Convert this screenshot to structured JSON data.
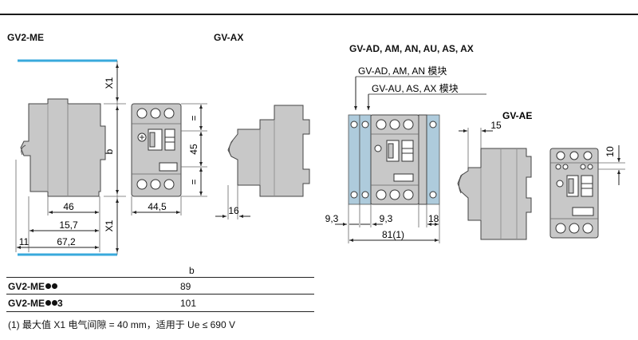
{
  "titles": {
    "gv2me": "GV2-ME",
    "gvax": "GV-AX",
    "gvad_group": "GV-AD, AM, AN, AU, AS, AX",
    "gvad_label": "GV-AD, AM, AN 模块",
    "gvau_label": "GV-AU, AS, AX 模块",
    "gvae": "GV-AE"
  },
  "dims": {
    "x1_top": "X1",
    "b": "b",
    "x1_bottom": "X1",
    "d46": "46",
    "d15_7": "15,7",
    "d11": "11",
    "d67_2": "67,2",
    "d44_5": "44,5",
    "d45": "45",
    "eq1": "=",
    "eq2": "=",
    "d16": "16",
    "d9_3a": "9,3",
    "d9_3b": "9,3",
    "d18": "18",
    "d81": "81(1)",
    "d15": "15",
    "d10": "10"
  },
  "table": {
    "header_b": "b",
    "rows": [
      {
        "prefix": "GV2-ME",
        "suffix": "",
        "value": "89"
      },
      {
        "prefix": "GV2-ME",
        "suffix": "3",
        "value": "101"
      }
    ]
  },
  "footnote": "(1) 最大值 X1 电气间隙 = 40 mm，适用于 Ue ≤ 690 V",
  "colors": {
    "body_fill": "#c8c8c8",
    "body_dark": "#b4b4b4",
    "module_blue": "#aecbdc",
    "limit_line": "#39a9dc",
    "outline": "#333333"
  }
}
